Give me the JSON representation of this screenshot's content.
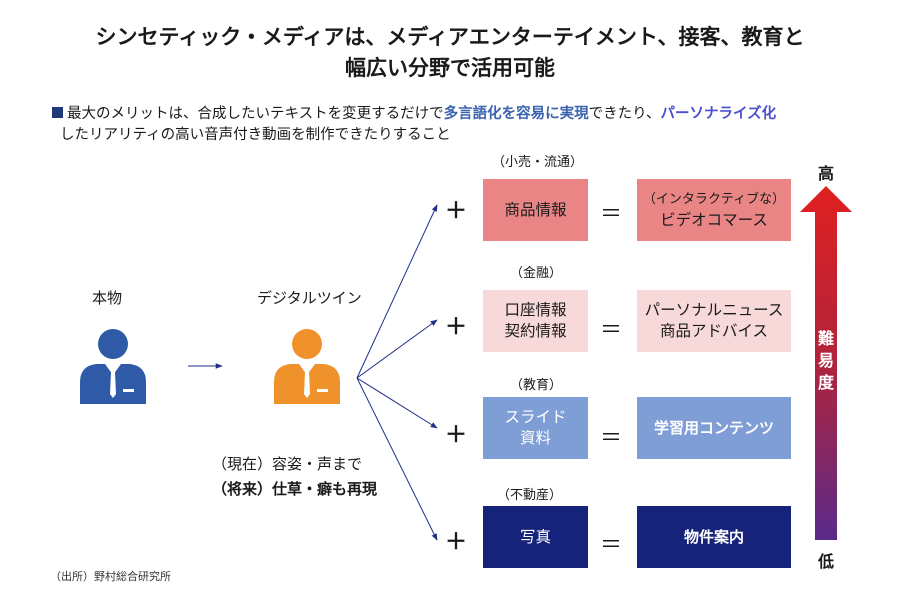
{
  "title": {
    "line1": "シンセティック・メディアは、メディアエンターテイメント、接客、教育と",
    "line2": "幅広い分野で活用可能"
  },
  "bullet": {
    "part1": "最大のメリットは、合成したいテキストを変更するだけで",
    "highlight1": "多言語化を容易に実現",
    "part2": "できたり、",
    "highlight2": "パーソナライズ化",
    "line2": "したリアリティの高い音声付き動画を制作できたりすること"
  },
  "left": {
    "original_label": "本物",
    "twin_label": "デジタルツイン",
    "current_label": "（現在）",
    "current_text": "容姿・声まで",
    "future_label": "（将来）",
    "future_text": "仕草・癖も再現"
  },
  "rows": [
    {
      "category": "（小売・流通）",
      "plus": "＋",
      "input": [
        "商品情報"
      ],
      "equals": "＝",
      "output": [
        "（インタラクティブな）",
        "ビデオコマース"
      ]
    },
    {
      "category": "（金融）",
      "plus": "＋",
      "input": [
        "口座情報",
        "契約情報"
      ],
      "equals": "＝",
      "output": [
        "パーソナルニュース",
        "商品アドバイス"
      ]
    },
    {
      "category": "（教育）",
      "plus": "＋",
      "input": [
        "スライド",
        "資料"
      ],
      "equals": "＝",
      "output": [
        "学習用コンテンツ"
      ]
    },
    {
      "category": "（不動産）",
      "plus": "＋",
      "input": [
        "写真"
      ],
      "equals": "＝",
      "output": [
        "物件案内"
      ]
    }
  ],
  "difficulty": {
    "high": "高",
    "low": "低",
    "label": [
      "難",
      "易",
      "度"
    ]
  },
  "source": "（出所）野村総合研究所",
  "colors": {
    "person_blue": "#2e5aa8",
    "person_orange": "#f0922b",
    "row1": "#e98585",
    "row2": "#f7d9d9",
    "row3": "#7f9ed6",
    "row4": "#15237a",
    "arrow_top": "#e02020",
    "arrow_bottom": "#5a2a8a",
    "line": "#1f2f88"
  }
}
